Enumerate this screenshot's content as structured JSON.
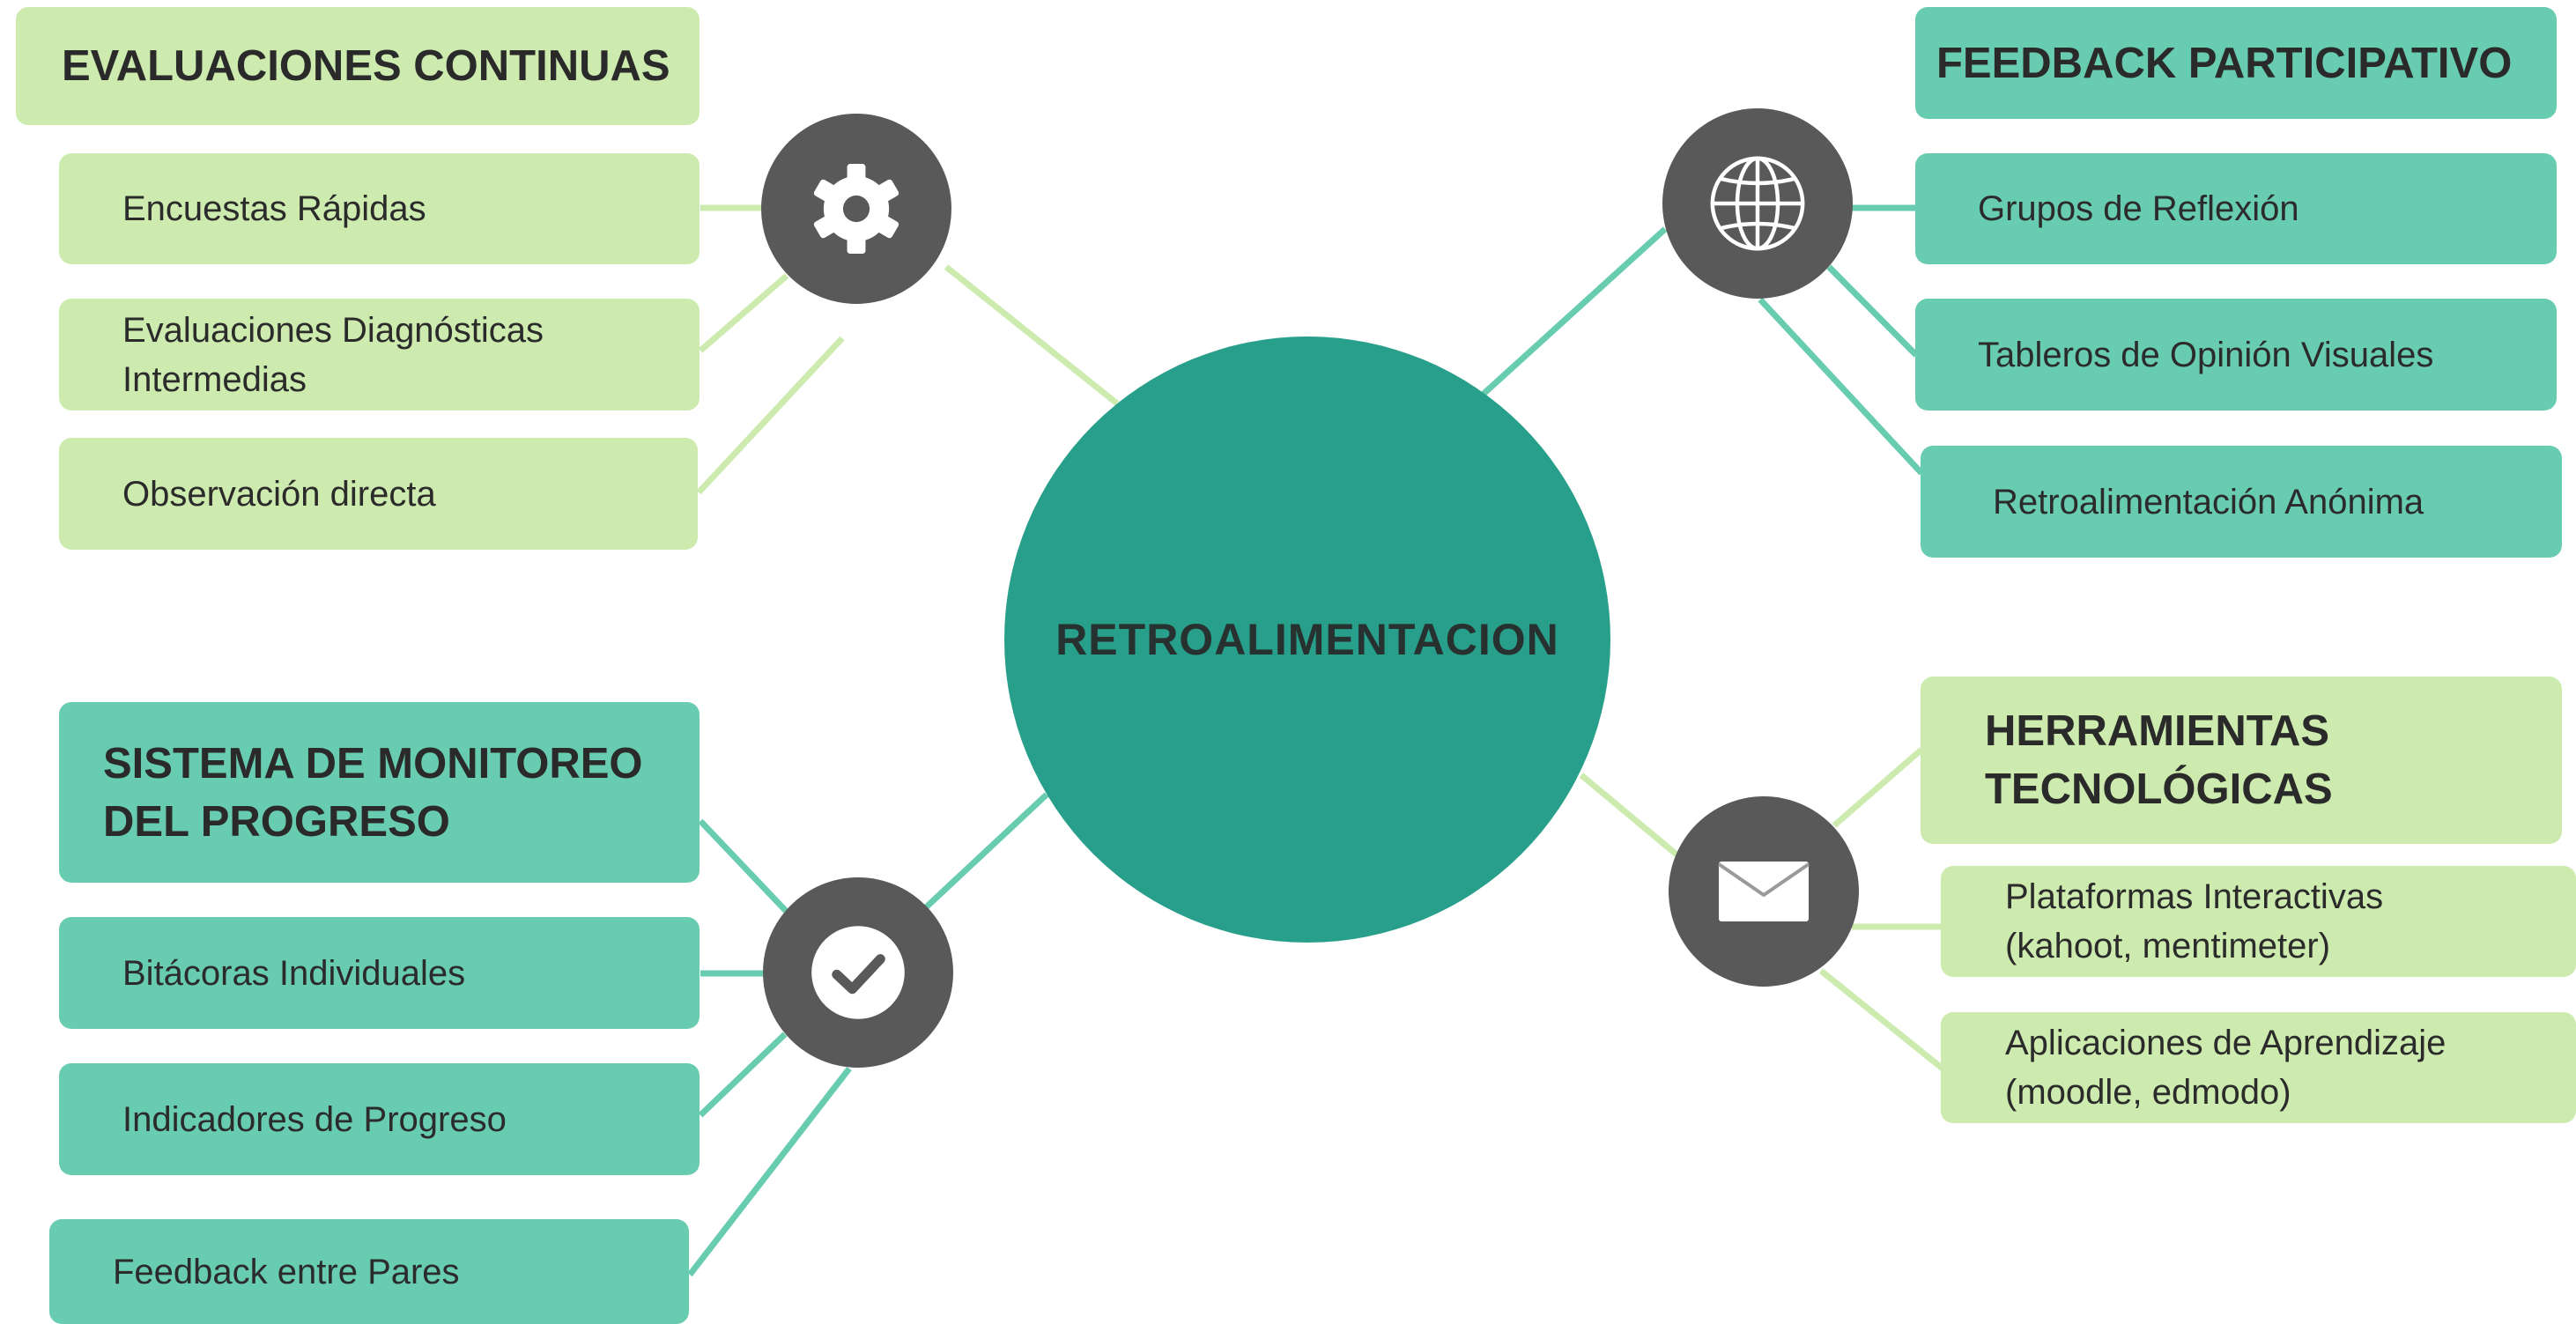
{
  "colors": {
    "center": "#289f8a",
    "light_green": "#cdebae",
    "teal": "#68ccb0",
    "icon_circle": "#595959"
  },
  "center": {
    "title": "RETROALIMENTACION"
  },
  "branches": {
    "evaluaciones": {
      "title": "EVALUACIONES CONTINUAS",
      "icon": "gear-icon",
      "items": [
        "Encuestas Rápidas",
        "Evaluaciones Diagnósticas\nIntermedias",
        "Observación directa"
      ]
    },
    "feedback": {
      "title": "FEEDBACK PARTICIPATIVO",
      "icon": "globe-icon",
      "items": [
        "Grupos de Reflexión",
        "Tableros de Opinión Visuales",
        "Retroalimentación Anónima"
      ]
    },
    "monitoreo": {
      "title": "SISTEMA DE MONITOREO\nDEL PROGRESO",
      "icon": "check-icon",
      "items": [
        "Bitácoras Individuales",
        "Indicadores de Progreso",
        "Feedback entre Pares"
      ]
    },
    "herramientas": {
      "title": "HERRAMIENTAS\nTECNOLÓGICAS",
      "icon": "envelope-icon",
      "items": [
        "Plataformas Interactivas\n(kahoot, mentimeter)",
        "Aplicaciones de Aprendizaje\n(moodle, edmodo)"
      ]
    }
  }
}
